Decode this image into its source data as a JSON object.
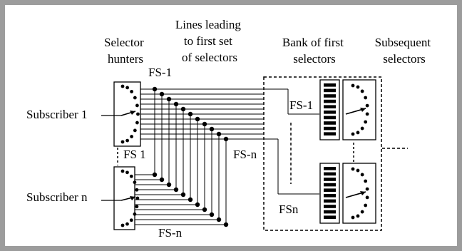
{
  "diagram": {
    "headers": {
      "selector_hunters": [
        "Selector",
        "hunters"
      ],
      "lines_leading": [
        "Lines leading",
        "to first set",
        "of selectors"
      ],
      "bank": [
        "Bank of first",
        "selectors"
      ],
      "subsequent": [
        "Subsequent",
        "selectors"
      ]
    },
    "labels": {
      "subscriber_1": "Subscriber 1",
      "subscriber_n": "Subscriber n",
      "fs1_top": "FS-1",
      "fs1_hunter": "FS 1",
      "fsn_middle": "FS-n",
      "fsn_bottom": "FS-n",
      "bank_fs1": "FS-1",
      "bank_fsn": "FSn"
    }
  }
}
